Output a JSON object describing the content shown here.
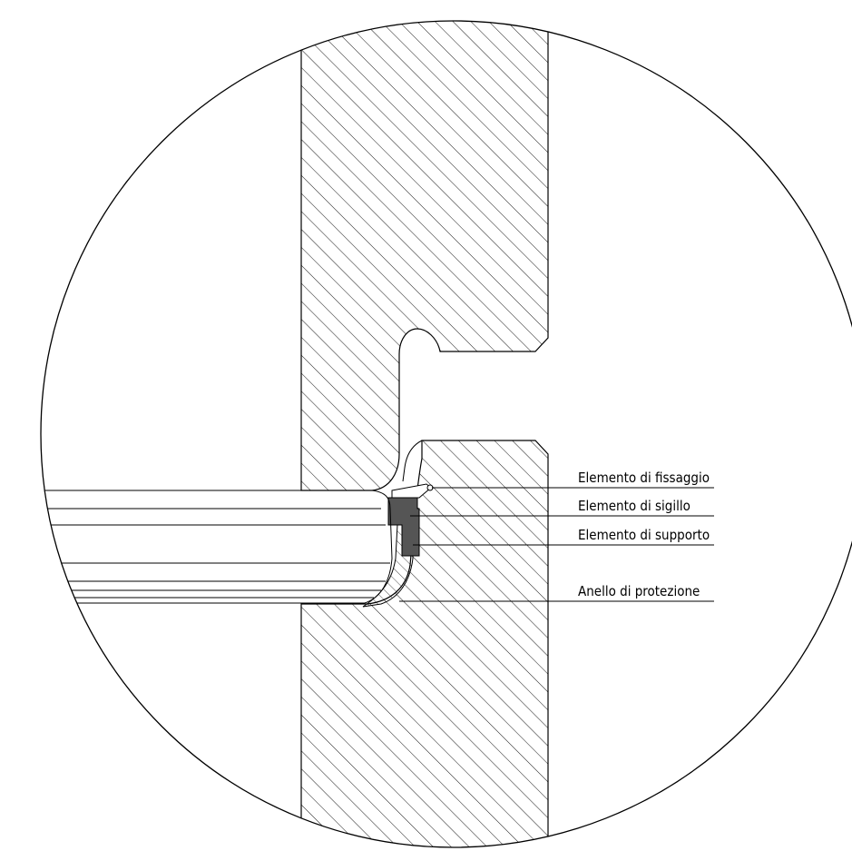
{
  "colors": {
    "line": "#000000",
    "background": "#ffffff",
    "seal_fill": "#555555",
    "hatch": "#000000"
  },
  "labels": {
    "fissaggio": "Elemento di fissaggio",
    "sigillo": "Elemento di sigillo",
    "supporto": "Elemento di supporto",
    "protezione": "Anello di protezione"
  }
}
